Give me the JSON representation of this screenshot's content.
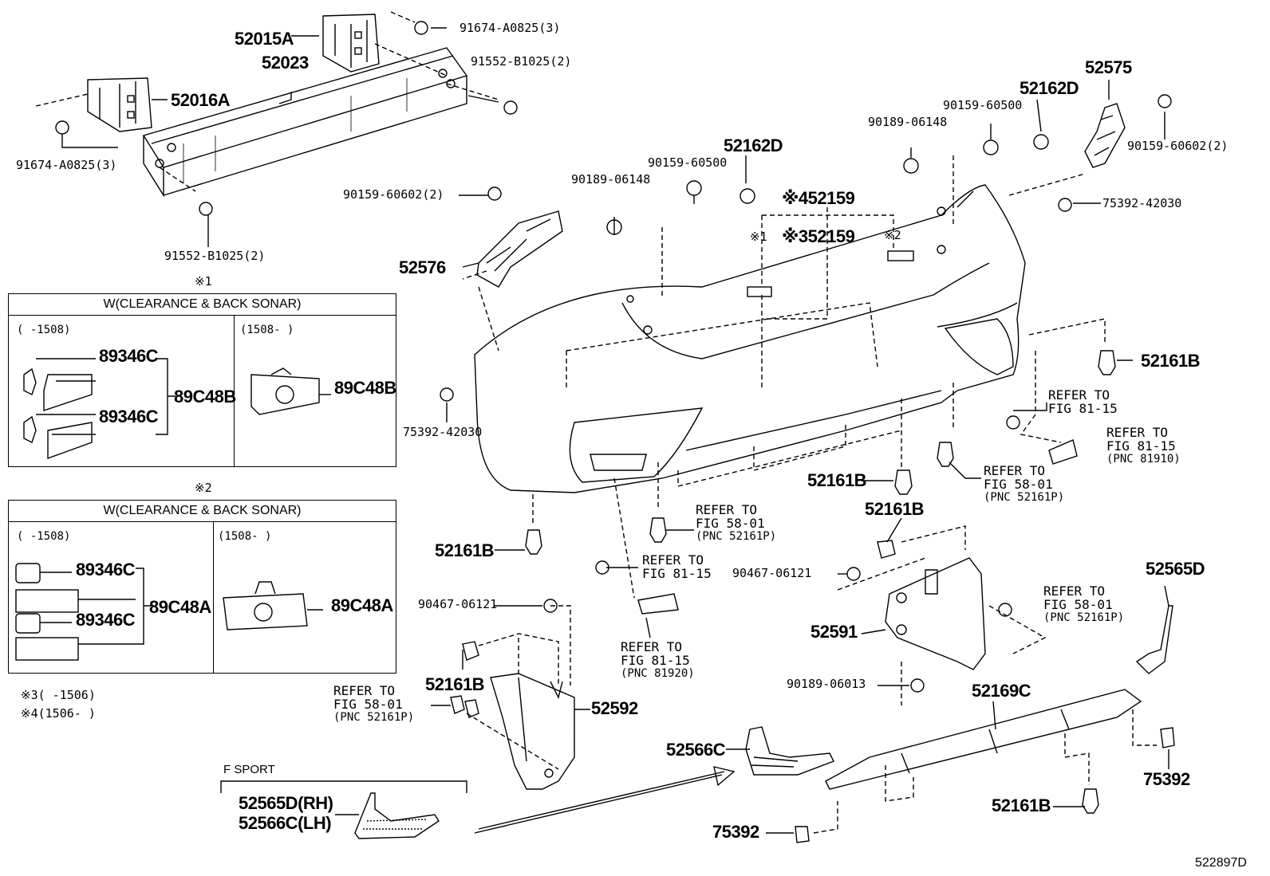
{
  "diagram_id": "522897D",
  "labels": {
    "p52015A": "52015A",
    "p52023": "52023",
    "p52016A": "52016A",
    "p91674_top": "91674-A0825(3)",
    "p91674_left": "91674-A0825(3)",
    "p91552_top": "91552-B1025(2)",
    "p91552_bot": "91552-B1025(2)",
    "p90159_60602_left": "90159-60602(2)",
    "p90189_06148_mid": "90189-06148",
    "p90159_60500_mid": "90159-60500",
    "p52162D_mid": "52162D",
    "p52576": "52576",
    "p75392_42030_left": "75392-42030",
    "p52162D_right": "52162D",
    "p90159_60500_right": "90159-60500",
    "p90189_06148_right": "90189-06148",
    "p52575": "52575",
    "p90159_60602_right": "90159-60602(2)",
    "p75392_42030_right": "75392-42030",
    "p52159_a": "※452159",
    "p52159_b": "※352159",
    "mark1": "※1",
    "mark2": "※2",
    "p52161B_right": "52161B",
    "p52161B_mid": "52161B",
    "p52161B_mid2": "52161B",
    "p52161B_left": "52161B",
    "p52161B_low": "52161B",
    "p52161B_bottom": "52161B",
    "p90467_mid": "90467-06121",
    "p90467_left": "90467-06121",
    "p52591": "52591",
    "p90189_06013": "90189-06013",
    "p52169C": "52169C",
    "p52565D": "52565D",
    "p52592": "52592",
    "p52566C": "52566C",
    "p75392_right": "75392",
    "p75392_bottom": "75392",
    "p52565D_RH": "52565D(RH)",
    "p52566C_LH": "52566C(LH)",
    "f_sport": "F SPORT"
  },
  "refers": {
    "r1": [
      "REFER TO",
      "FIG 81-15",
      ""
    ],
    "r2": [
      "REFER TO",
      "FIG 81-15",
      "(PNC 81910)"
    ],
    "r3": [
      "REFER TO",
      "FIG 58-01",
      "(PNC 52161P)"
    ],
    "r4": [
      "REFER TO",
      "FIG 58-01",
      "(PNC 52161P)"
    ],
    "r5": [
      "REFER TO",
      "FIG 81-15",
      ""
    ],
    "r6": [
      "REFER TO",
      "FIG 81-15",
      "(PNC 81920)"
    ],
    "r7": [
      "REFER TO",
      "FIG 58-01",
      "(PNC 52161P)"
    ],
    "r8": [
      "REFER TO",
      "FIG 58-01",
      "(PNC 52161P)"
    ]
  },
  "box1": {
    "mark": "※1",
    "title": "W(CLEARANCE & BACK SONAR)",
    "left_range": "(     -1508)",
    "right_range": "(1508-     )",
    "a1": "89346C",
    "a2": "89346C",
    "a3": "89C48B",
    "b1": "89C48B"
  },
  "box2": {
    "mark": "※2",
    "title": "W(CLEARANCE & BACK SONAR)",
    "left_range": "(     -1508)",
    "right_range": "(1508-     )",
    "a1": "89346C",
    "a2": "89346C",
    "a3": "89C48A",
    "b1": "89C48A"
  },
  "notes": {
    "n3": "※3(     -1506)",
    "n4": "※4(1506-     )"
  }
}
